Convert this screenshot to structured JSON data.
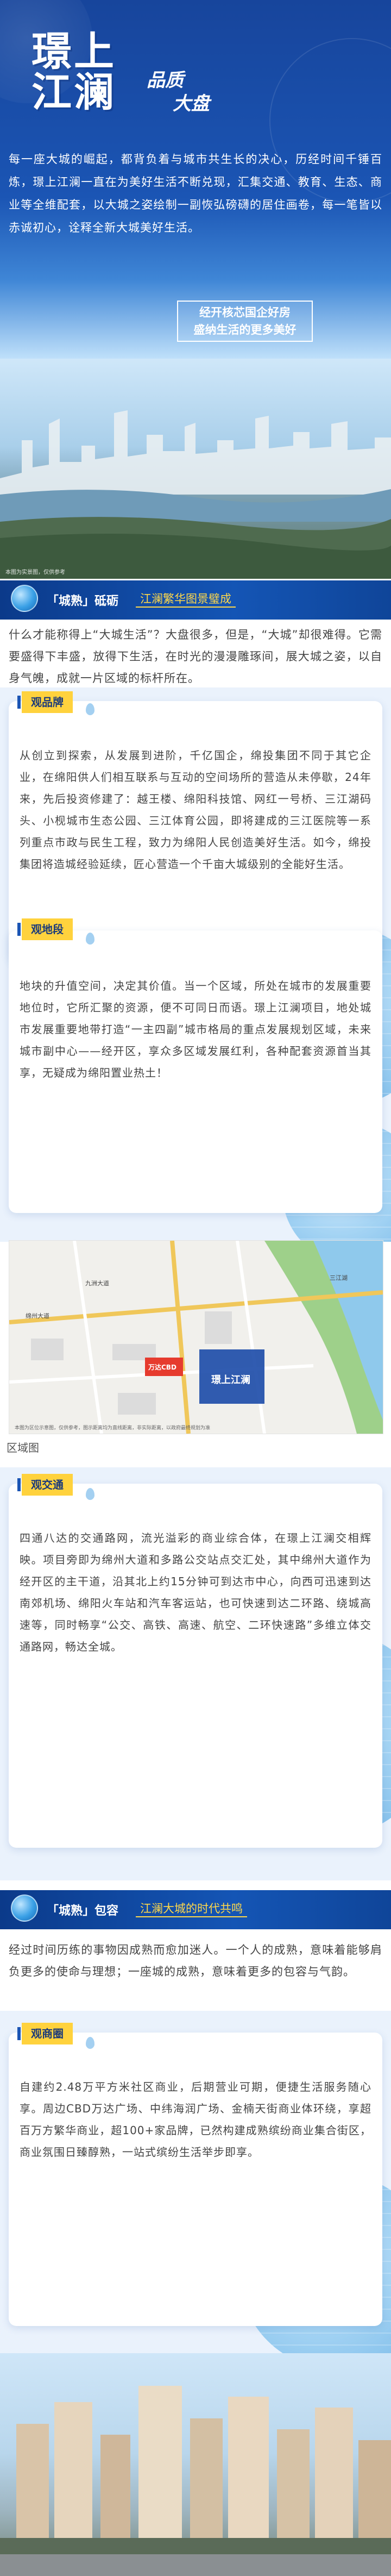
{
  "hero": {
    "title_line1": "璟上",
    "title_line2": "江澜",
    "sub1": "品质",
    "sub2": "大盘",
    "intro": "每一座大城的崛起，都背负着与城市共生长的决心，历经时间千锤百炼，璟上江澜一直在为美好生活不断兑现，汇集交通、教育、生态、商业等全维配套，以大城之姿绘制一副恢弘磅礴的居住画卷，每一笔皆以赤诚初心，诠释全新大城美好生活。",
    "slogan1": "经开核芯国企好房",
    "slogan2": "盛纳生活的更多美好"
  },
  "photo1": {
    "caption": "本图为实景图，仅供参考"
  },
  "section1": {
    "title": "「城熟」砥砺",
    "subtitle": "江澜繁华图景璧成",
    "intro": "什么才能称得上“大城生活”？大盘很多，但是，“大城”却很难得。它需要盛得下丰盛，放得下生活，在时光的漫漫雕琢间，展大城之姿，以自身气魄，成就一片区域的标杆所在。"
  },
  "brand": {
    "tag": "观品牌",
    "text": "从创立到探索，从发展到进阶，千亿国企，绵投集团不同于其它企业，在绵阳供人们相互联系与互动的空间场所的营造从未停歇，24年来，先后投资修建了：越王楼、绵阳科技馆、网红一号桥、三江湖码头、小枧城市生态公园、三江体育公园，即将建成的三江医院等一系列重点市政与民生工程，致力为绵阳人民创造美好生活。如今，绵投集团将造城经验延续，匠心营造一个千亩大城级别的全能好生活。"
  },
  "location": {
    "tag": "观地段",
    "text": "地块的升值空间，决定其价值。当一个区域，所处在城市的发展重要地位时，它所汇聚的资源，便不可同日而语。璟上江澜项目，地处城市发展重要地带打造“一主四副”城市格局的重点发展规划区域，未来城市副中心——经开区，享众多区域发展红利，各种配套资源首当其享，无疑成为绵阳置业热土！"
  },
  "map": {
    "caption": "本图为区位示意图，仅供参考，图示距离均为直线距离，非实际距离，以政府最终规划为准",
    "labels": [
      "万达CBD",
      "璟上江澜",
      "区域图"
    ],
    "road_labels": [
      "绵州大道",
      "九洲大道",
      "三江湖"
    ]
  },
  "region_caption": "区域图",
  "traffic": {
    "tag": "观交通",
    "text": "四通八达的交通路网，流光溢彩的商业综合体，在璟上江澜交相辉映。项目旁即为绵州大道和多路公交站点交汇处，其中绵州大道作为经开区的主干道，沿其北上约15分钟可到达市中心，向西可迅速到达南郊机场、绵阳火车站和汽车客运站，也可快速到达二环路、绕城高速等，同时畅享“公交、高铁、高速、航空、二环快速路”多维立体交通路网，畅达全城。"
  },
  "section2": {
    "title": "「城熟」包容",
    "subtitle": "江澜大城的时代共鸣",
    "intro": "经过时间历练的事物因成熟而愈加迷人。一个人的成熟，意味着能够肩负更多的使命与理想；一座城的成熟，意味着更多的包容与气韵。"
  },
  "commerce": {
    "tag": "观商圈",
    "text": "自建约2.48万平方米社区商业，后期营业可期，便捷生活服务随心享。周边CBD万达广场、中纬海润广场、金楠天街商业体环绕，享超百万方繁华商业，超100+家品牌，已然构建成熟缤纷商业集合街区，商业氛围日臻醇熟，一站式缤纷生活举步即享。"
  },
  "colors": {
    "hero_blue": "#17459c",
    "accent_yellow": "#ffd23d",
    "card_bg": "#eaf2fc"
  }
}
